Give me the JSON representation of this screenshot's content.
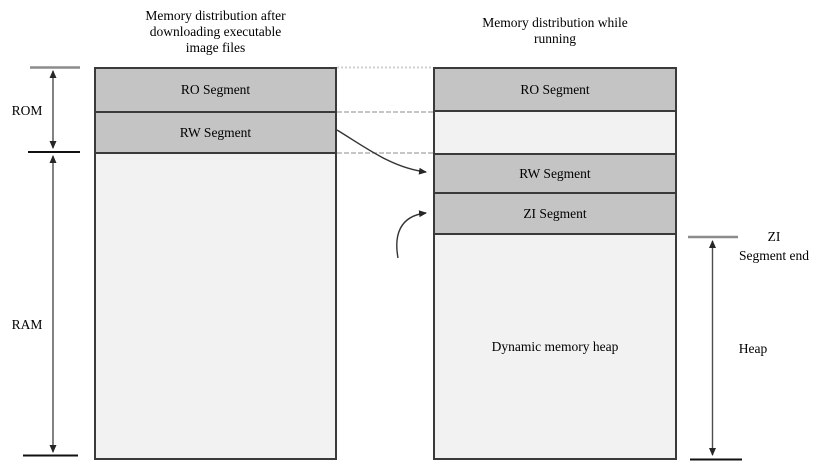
{
  "titles": {
    "left": [
      "Memory distribution after",
      "downloading executable",
      "image files"
    ],
    "right": [
      "Memory distribution while",
      "running"
    ]
  },
  "left_column": {
    "segments": {
      "ro": "RO Segment",
      "rw": "RW Segment"
    }
  },
  "right_column": {
    "segments": {
      "ro": "RO Segment",
      "rw": "RW Segment",
      "zi": "ZI Segment",
      "heap": "Dynamic memory heap"
    }
  },
  "side_labels": {
    "rom": "ROM",
    "ram": "RAM",
    "zi_end_line1": "ZI",
    "zi_end_line2": "Segment end",
    "heap": "Heap"
  },
  "colors": {
    "segment_fill": "#c4c4c4",
    "empty_fill": "#f2f2f2",
    "border": "#3a3a3a",
    "line": "#4d4d4d",
    "cap_gray": "#8c8c8c",
    "cap_black": "#111111",
    "dashed": "#b3b3b3",
    "dotted": "#cfcfcf"
  }
}
